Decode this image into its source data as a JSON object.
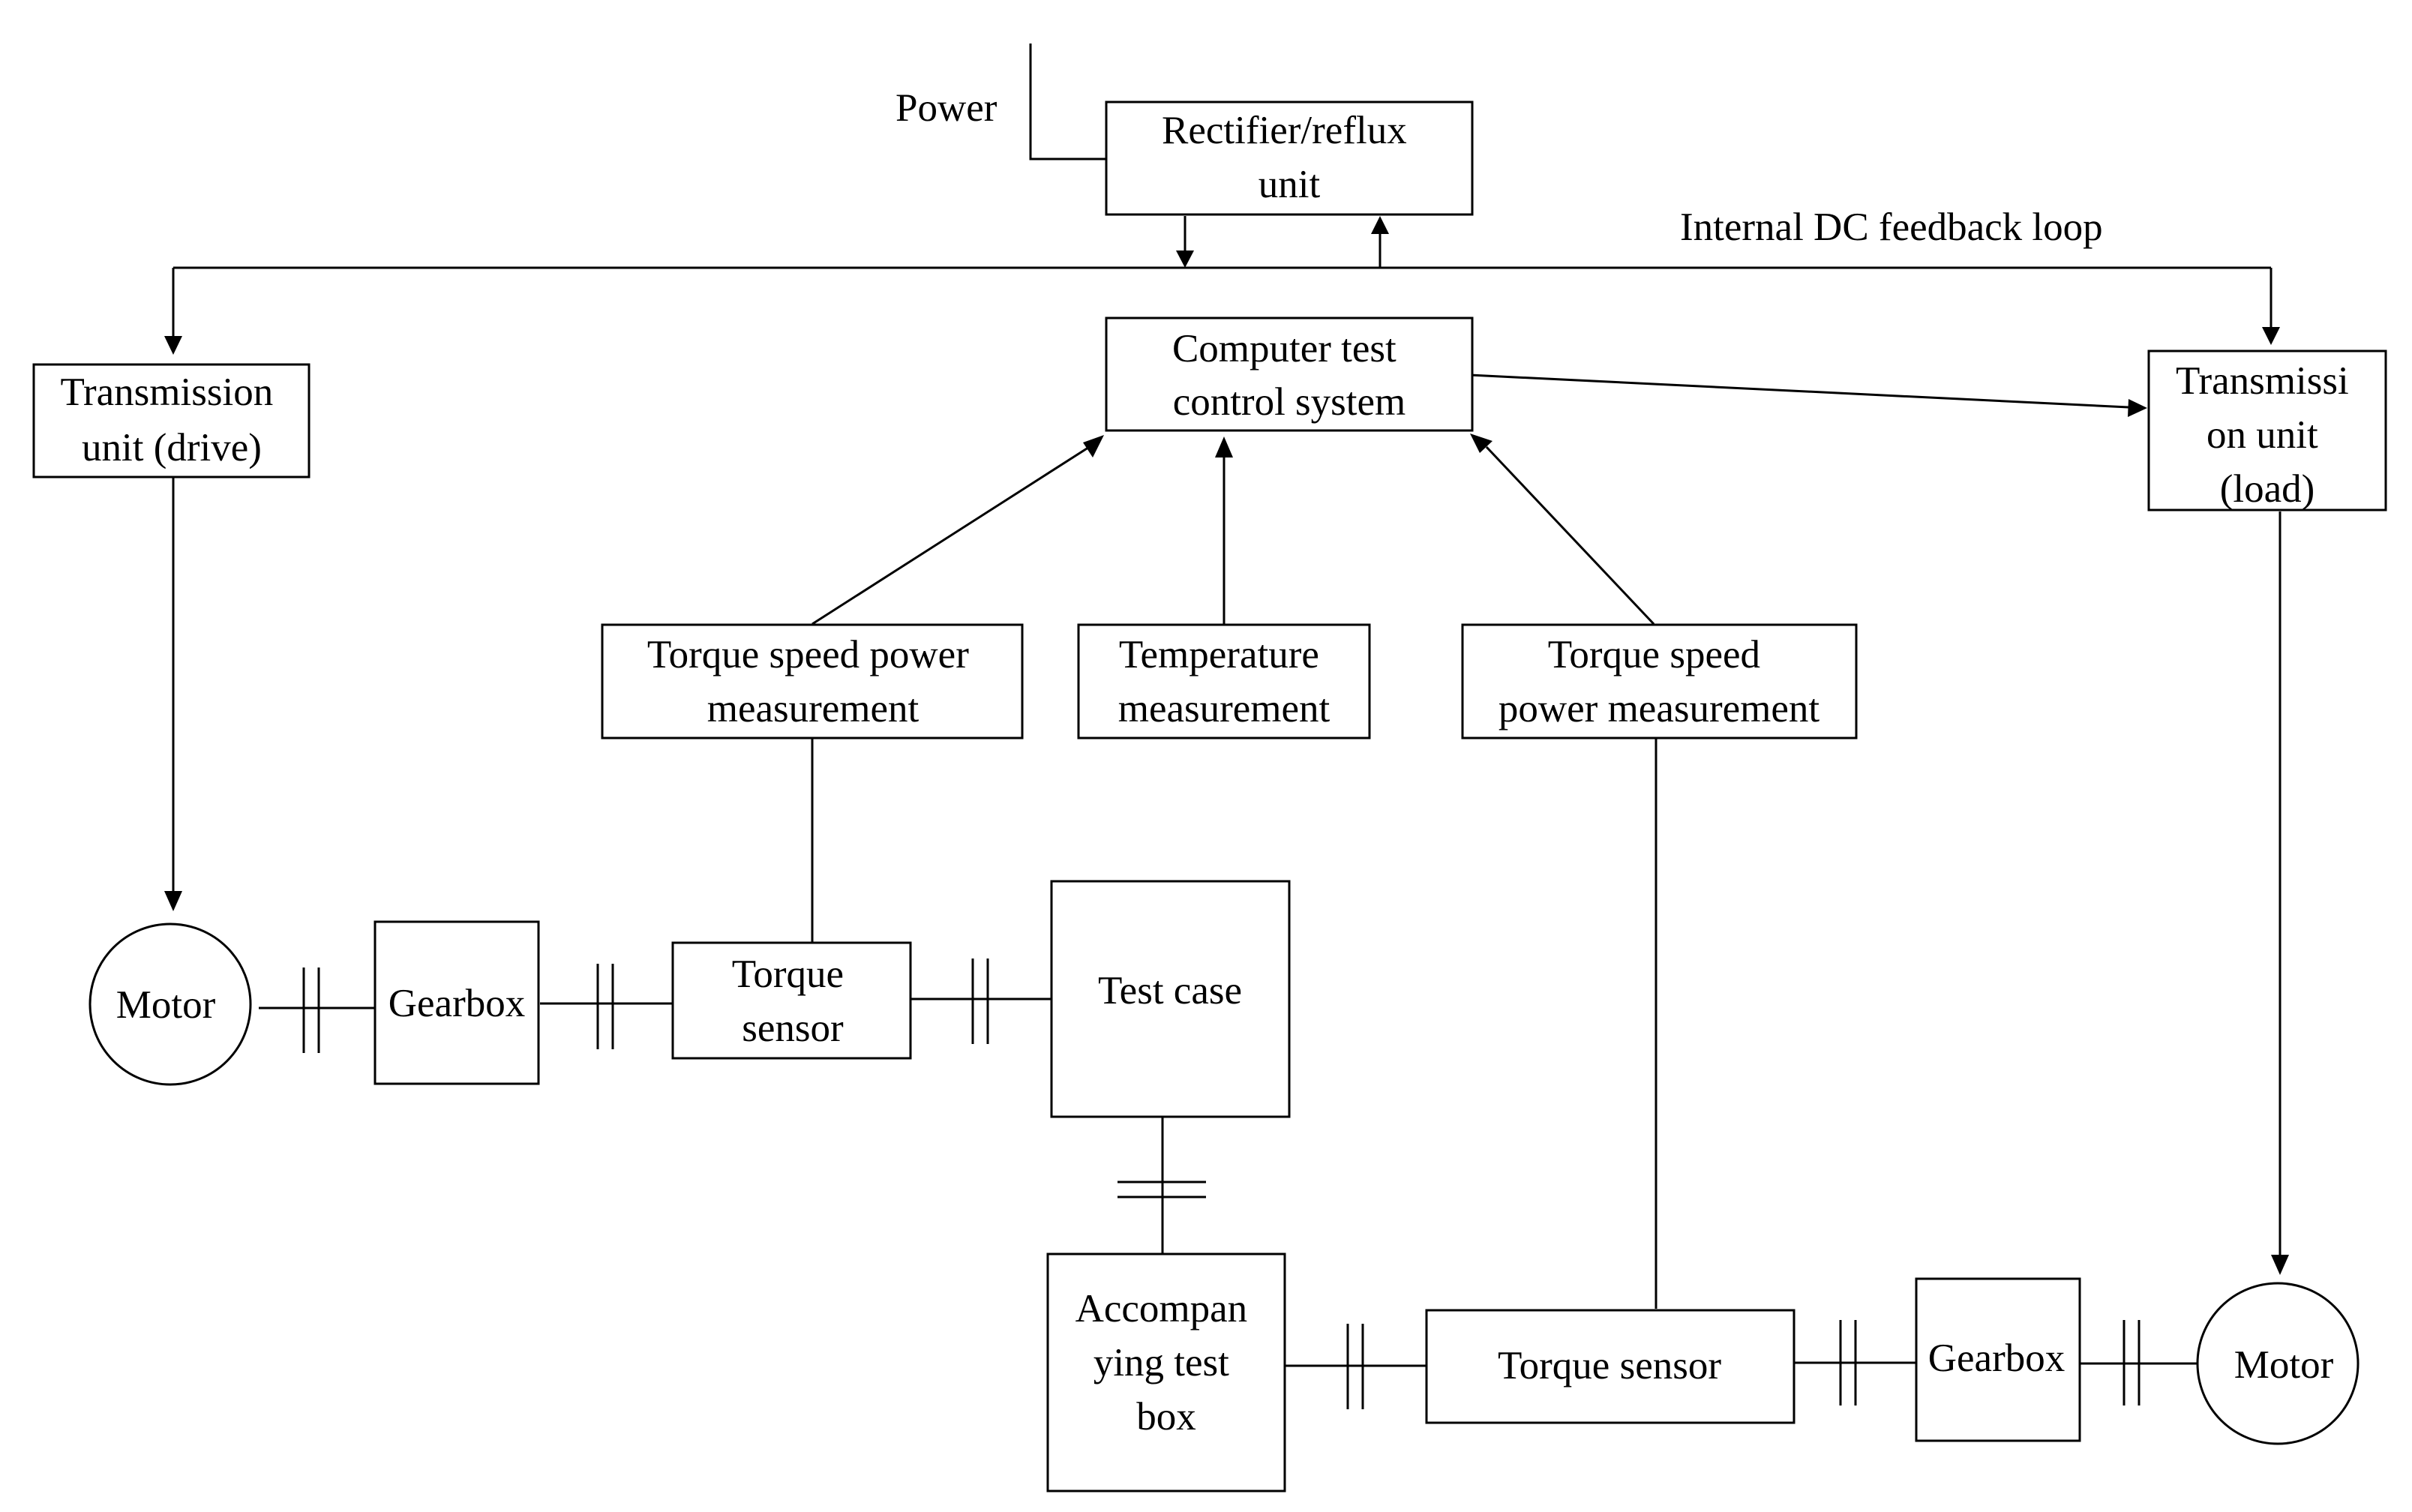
{
  "labels": {
    "power": "Power",
    "rectifier": [
      "Rectifier/reflux",
      "unit"
    ],
    "dc_loop": "Internal DC feedback loop",
    "computer": [
      "Computer test",
      "control system"
    ],
    "trans_drive": [
      "Transmission",
      "unit (drive)"
    ],
    "trans_load": [
      "Transmissi",
      "on unit",
      "(load)"
    ],
    "tsp_left": [
      "Torque speed power",
      "measurement"
    ],
    "temp": [
      "Temperature",
      "measurement"
    ],
    "tsp_right": [
      "Torque speed",
      "power measurement"
    ],
    "motor_left": "Motor",
    "gearbox_left": "Gearbox",
    "torque_sensor_left": [
      "Torque",
      "sensor"
    ],
    "test_case": "Test case",
    "accompanying": [
      "Accompan",
      "ying test",
      "box"
    ],
    "torque_sensor_right": "Torque sensor",
    "gearbox_right": "Gearbox",
    "motor_right": "Motor"
  },
  "colors": {
    "line": "#000000",
    "background": "#ffffff"
  }
}
